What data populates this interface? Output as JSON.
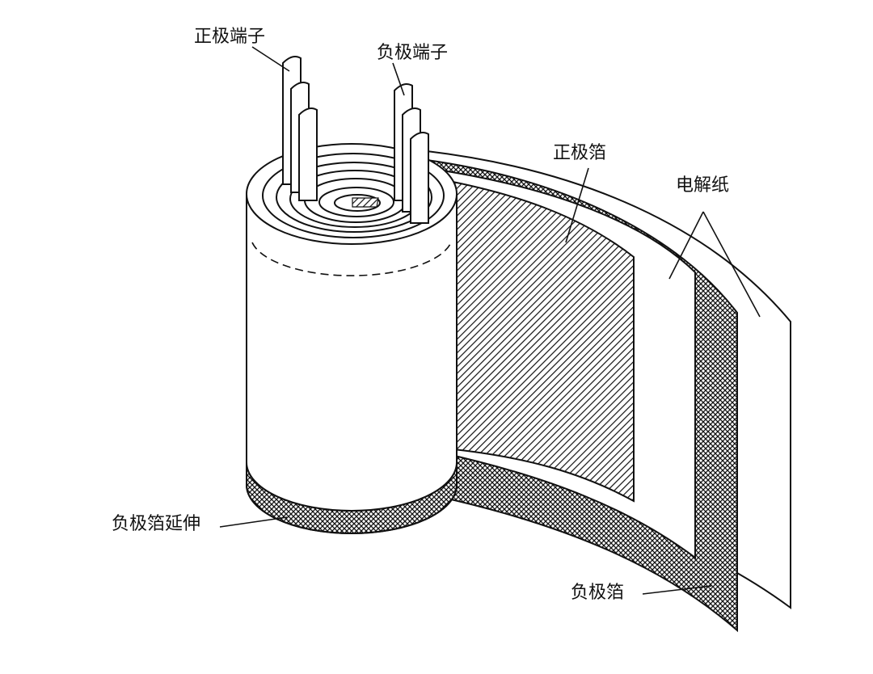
{
  "labels": {
    "positive_terminal": "正极端子",
    "negative_terminal": "负极端子",
    "positive_foil": "正极箔",
    "electrolytic_paper": "电解纸",
    "negative_foil_extension": "负极箔延伸",
    "negative_foil": "负极箔"
  },
  "colors": {
    "ink": "#111111",
    "paper": "#ffffff"
  }
}
